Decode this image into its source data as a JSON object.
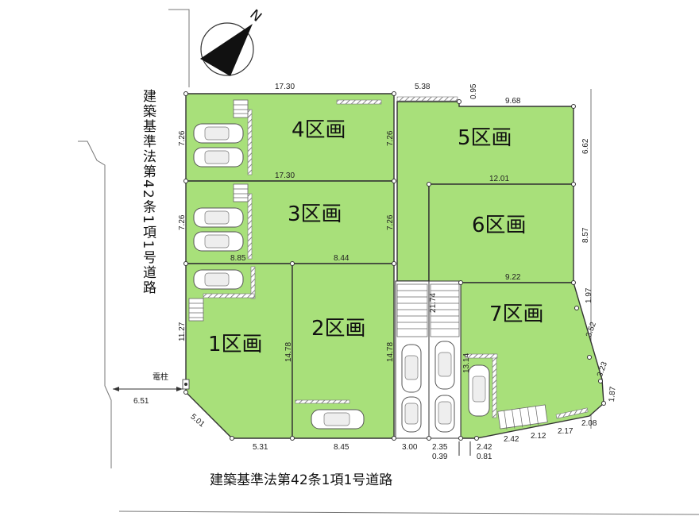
{
  "north": {
    "letter": "N"
  },
  "road_left": {
    "label": "建築基準法第42条1項1号道路",
    "width": "6.51"
  },
  "road_bottom": {
    "label": "建築基準法第42条1項1号道路"
  },
  "pole": {
    "label": "電柱"
  },
  "lots": [
    {
      "id": "lot1",
      "label": "1区画"
    },
    {
      "id": "lot2",
      "label": "2区画"
    },
    {
      "id": "lot3",
      "label": "3区画"
    },
    {
      "id": "lot4",
      "label": "4区画"
    },
    {
      "id": "lot5",
      "label": "5区画"
    },
    {
      "id": "lot6",
      "label": "6区画"
    },
    {
      "id": "lot7",
      "label": "7区画"
    }
  ],
  "dims": {
    "top_4": "17.30",
    "top_road": "5.38",
    "top_step": "0.95",
    "top_5": "9.68",
    "lot4_left": "7.26",
    "lot4_right": "7.26",
    "mid_43": "17.30",
    "lot5_right": "6.62",
    "mid_56": "12.01",
    "lot3_left": "7.26",
    "lot3_right": "7.26",
    "lot6_right": "8.57",
    "mid_31_left": "8.85",
    "mid_32": "8.44",
    "mid_67": "9.22",
    "lot1_left": "11.27",
    "lot1_right": "14.78",
    "lot2_right": "14.78",
    "road_len": "21.74",
    "lot7_left": "13.14",
    "lot7_r1": "1.97",
    "lot7_r2": "3.52",
    "lot7_r3": "3.23",
    "lot7_r4": "1.87",
    "lot1_chamfer": "5.01",
    "bot_1": "5.31",
    "bot_2": "8.45",
    "bot_road": "3.00",
    "bot_a": "2.35",
    "bot_a2": "0.39",
    "bot_b": "2.42",
    "bot_b2": "0.81",
    "bot_c": "2.42",
    "bot_d": "2.12",
    "bot_e": "2.17",
    "bot_f": "2.08"
  }
}
